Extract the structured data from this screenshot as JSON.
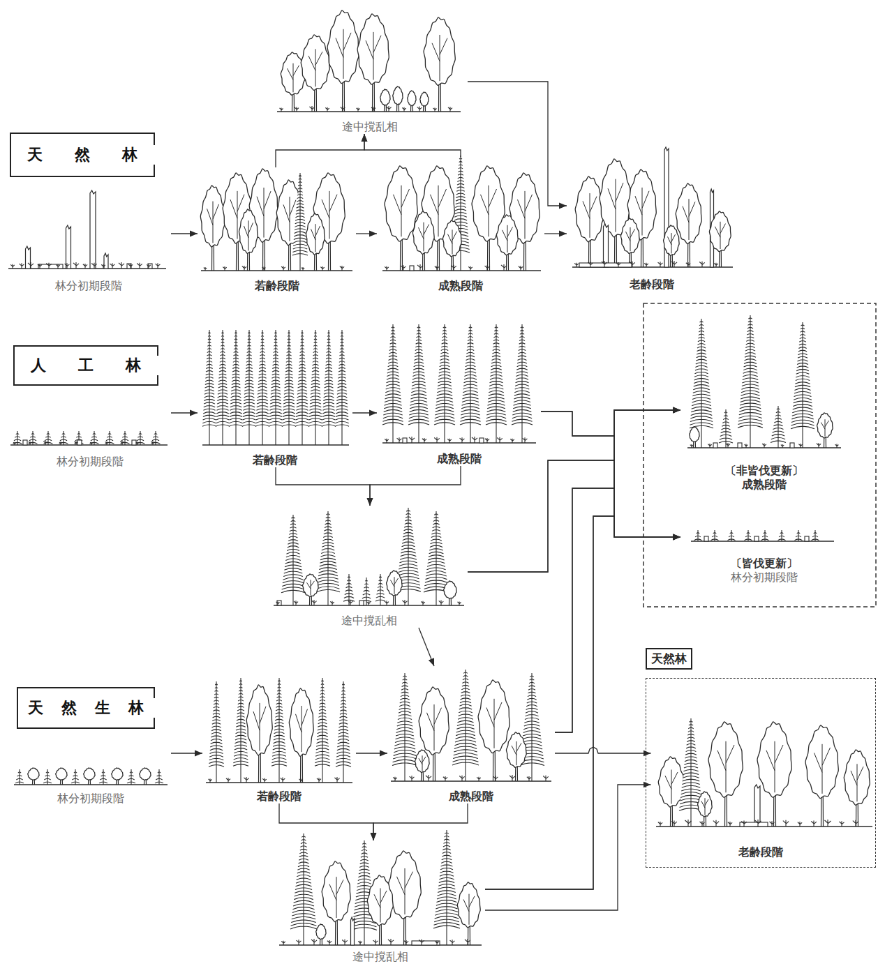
{
  "diagram": {
    "nodes": [
      {
        "text": [
          "天然林"
        ]
      },
      {
        "text": [
          "途中撹乱相"
        ]
      },
      {
        "text": [
          "林分初期段階"
        ]
      },
      {
        "text": [
          "若齢段階"
        ]
      },
      {
        "text": [
          "成熟段階"
        ]
      },
      {
        "text": [
          "老齢段階"
        ]
      },
      {
        "text": [
          "人工林"
        ]
      },
      {
        "text": [
          "林分初期段階"
        ]
      },
      {
        "text": [
          "若齢段階"
        ]
      },
      {
        "text": [
          "成熟段階"
        ]
      },
      {
        "text": [
          "〔非皆伐更新〕",
          "成熟段階"
        ]
      },
      {
        "text": [
          "〔皆伐更新〕",
          "林分初期段階"
        ]
      },
      {
        "text": [
          "途中撹乱相"
        ]
      },
      {
        "text": [
          "天然生林"
        ]
      },
      {
        "text": [
          "林分初期段階"
        ]
      },
      {
        "text": [
          "若齢段階"
        ]
      },
      {
        "text": [
          "成熟段階"
        ]
      },
      {
        "text": [
          "途中撹乱相"
        ]
      },
      {
        "text": [
          "天然林"
        ]
      },
      {
        "text": [
          "老齢段階"
        ],
        "in": 18
      }
    ],
    "edges": [
      {
        "from": 2,
        "to": 3,
        "arrow": "to"
      },
      {
        "from": 3,
        "to": 4,
        "arrow": "to"
      },
      {
        "from": 3,
        "to": 1,
        "arrow": "to"
      },
      {
        "from": 4,
        "to": 1,
        "arrow": "to"
      },
      {
        "from": 1,
        "to": 5,
        "arrow": "to"
      },
      {
        "from": 4,
        "to": 5,
        "arrow": "to"
      },
      {
        "from": 7,
        "to": 8,
        "arrow": "to"
      },
      {
        "from": 8,
        "to": 9,
        "arrow": "to"
      },
      {
        "from": 8,
        "to": 12,
        "arrow": "to"
      },
      {
        "from": 9,
        "to": 12,
        "arrow": "to"
      },
      {
        "from": 9,
        "to": 10,
        "arrow": "to"
      },
      {
        "from": 9,
        "to": 11,
        "arrow": "to"
      },
      {
        "from": 12,
        "to": 10,
        "arrow": "to"
      },
      {
        "from": 12,
        "to": 11,
        "arrow": "to"
      },
      {
        "from": 12,
        "to": 16,
        "arrow": "to"
      },
      {
        "from": 16,
        "to": 10,
        "arrow": "to"
      },
      {
        "from": 16,
        "to": 11,
        "arrow": "to"
      },
      {
        "from": 16,
        "to": 19,
        "arrow": "to"
      },
      {
        "from": 17,
        "to": 10,
        "arrow": "to"
      },
      {
        "from": 17,
        "to": 11,
        "arrow": "to"
      },
      {
        "from": 17,
        "to": 19,
        "arrow": "to"
      },
      {
        "from": 14,
        "to": 15,
        "arrow": "to"
      },
      {
        "from": 15,
        "to": 16,
        "arrow": "to"
      },
      {
        "from": 15,
        "to": 17,
        "arrow": "to"
      },
      {
        "from": 16,
        "to": 17,
        "arrow": "to"
      }
    ]
  }
}
